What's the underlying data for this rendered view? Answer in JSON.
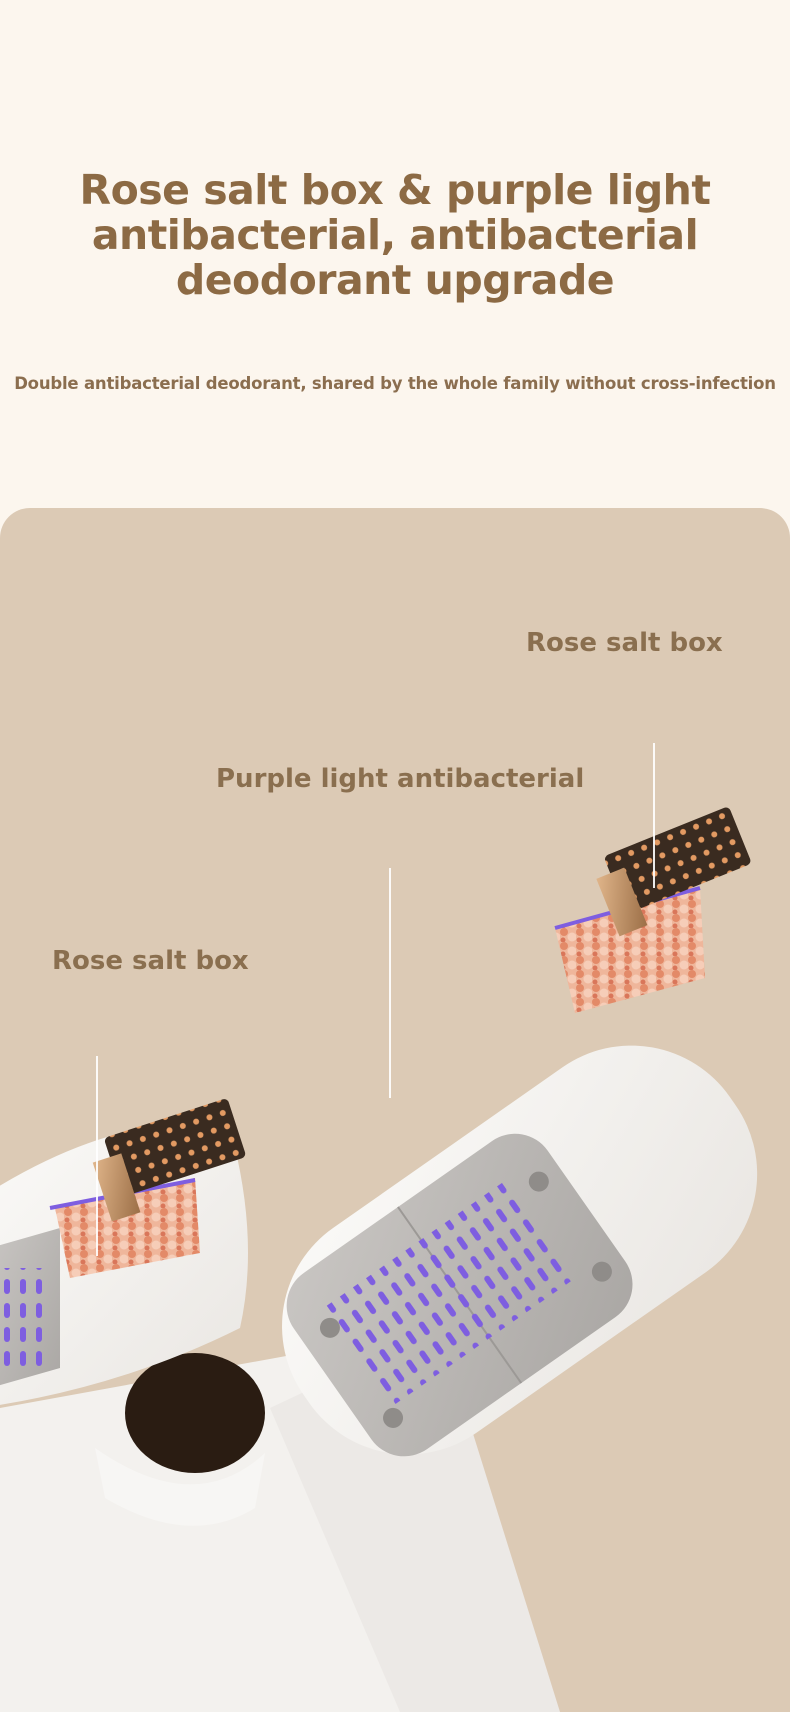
{
  "headline": {
    "line1": "Rose salt box & purple light",
    "line2": "antibacterial, antibacterial",
    "line3": "deodorant upgrade"
  },
  "subheadline": "Double antibacterial deodorant, shared by the whole family without cross-infection",
  "callouts": {
    "rose_salt_right": "Rose salt box",
    "purple_light": "Purple light antibacterial",
    "rose_salt_left": "Rose salt box"
  },
  "icons": [
    "rose-salt-box-icon",
    "uv-light-vents-icon"
  ],
  "colors": {
    "page_bg": "#fcf6ee",
    "panel_bg": "#dccab5",
    "headline": "#8c6a44",
    "callout_text": "#8a6f4f",
    "uv_purple": "#7e5ee0",
    "salt_pink": "#e8a487",
    "box_bronze": "#b88a5e"
  }
}
